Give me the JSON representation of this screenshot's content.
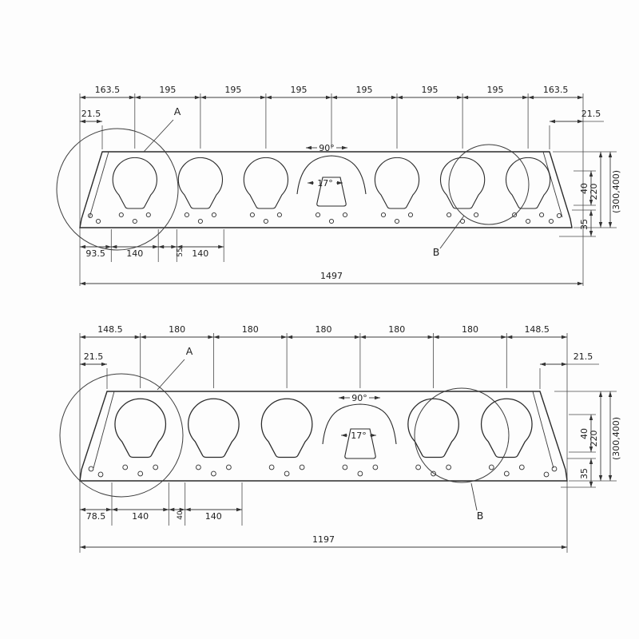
{
  "drawing_top": {
    "top_dims": [
      "163.5",
      "195",
      "195",
      "195",
      "195",
      "195",
      "195",
      "163.5"
    ],
    "edge_left": "21.5",
    "edge_right": "21.5",
    "angle_apex": "90°",
    "angle_side": "17°",
    "dim_220": "220",
    "dim_range": "(300,400)",
    "dim_40": "40",
    "dim_35": "35",
    "bottom_dims": [
      "93.5",
      "140",
      "55",
      "140"
    ],
    "overall": "1497",
    "label_a": "A",
    "label_b": "B"
  },
  "drawing_bottom": {
    "top_dims": [
      "148.5",
      "180",
      "180",
      "180",
      "180",
      "180",
      "148.5"
    ],
    "edge_left": "21.5",
    "edge_right": "21.5",
    "angle_apex": "90°",
    "angle_side": "17°",
    "dim_220": "220",
    "dim_range": "(300,400)",
    "dim_40": "40",
    "dim_35": "35",
    "bottom_dims": [
      "78.5",
      "140",
      "40",
      "140"
    ],
    "overall": "1197",
    "label_a": "A",
    "label_b": "B"
  }
}
